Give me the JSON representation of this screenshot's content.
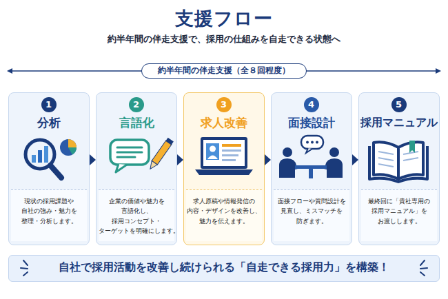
{
  "diagram": {
    "title": "支援フロー",
    "nodes": [
      {
        "text": [
          "約半年間の伴走支援（全８回程度）"
        ]
      },
      {
        "text": [
          "分析",
          "現状の採用課題や 自社の強み・魅力を 整理・分析します。"
        ]
      },
      {
        "text": [
          "1"
        ],
        "in": 1
      },
      {
        "text": [
          "言語化",
          "企業の価値や魅力を 言語化し、採用コンセプト・ ターゲットを明確にします。"
        ]
      },
      {
        "text": [
          "2"
        ],
        "in": 3
      },
      {
        "text": [
          "求人改善",
          "求人原稿や情報発信の 内容・デザインを改善し、 魅力を伝えます。"
        ]
      },
      {
        "text": [
          "3"
        ],
        "in": 5
      },
      {
        "text": [
          "面接設計",
          "面接フローや質問設計を 見直し、ミスマッチを 防ぎます。"
        ]
      },
      {
        "text": [
          "4"
        ],
        "in": 7
      },
      {
        "text": [
          "採用マニュアル",
          "最終回に「貴社専用の 採用マニュアル」を お渡しします。"
        ]
      },
      {
        "text": [
          "5"
        ],
        "in": 9
      },
      {
        "text": [
          "自社で採用活動を改善し続けられる「自走できる採用力」を構築！"
        ]
      }
    ],
    "edges": [
      {
        "from": 1,
        "to": 3,
        "arrow": "to"
      },
      {
        "from": 3,
        "to": 5,
        "arrow": "to"
      },
      {
        "from": 5,
        "to": 7,
        "arrow": "to"
      },
      {
        "from": 7,
        "to": 9,
        "arrow": "to"
      }
    ],
    "labels": [
      "約半年間の伴走支援で、採用の仕組みを自走できる状態へ"
    ]
  }
}
